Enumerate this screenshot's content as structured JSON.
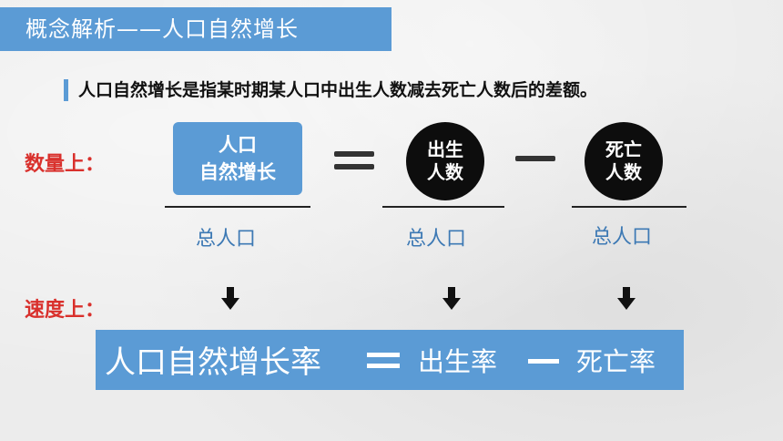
{
  "title": "概念解析——人口自然增长",
  "definition": "人口自然增长是指某时期某人口中出生人数减去死亡人数后的差额。",
  "quantity_label": "数量上：",
  "speed_label": "速度上：",
  "quantity_formula": {
    "numerator_1_line1": "人口",
    "numerator_1_line2": "自然增长",
    "numerator_2_line1": "出生",
    "numerator_2_line2": "人数",
    "numerator_3_line1": "死亡",
    "numerator_3_line2": "人数",
    "denominator_1": "总人口",
    "denominator_2": "总人口",
    "denominator_3": "总人口"
  },
  "rate_formula": {
    "term_1": "人口自然增长率",
    "term_2": "出生率",
    "term_3": "死亡率"
  },
  "colors": {
    "accent_blue": "#5b9bd5",
    "label_red": "#d9302c",
    "denominator_blue": "#3d79b4"
  },
  "icons": [
    "down-arrow-icon"
  ]
}
